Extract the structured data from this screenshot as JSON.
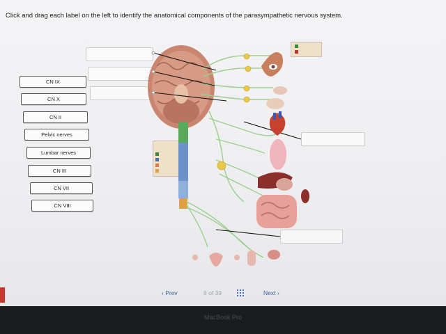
{
  "instruction": "Click and drag each label on the left to identify the anatomical components of the parasympathetic nervous system.",
  "labels": [
    "CN IX",
    "CN X",
    "CN II",
    "Pelvic nerves",
    "Lumbar nerves",
    "CN III",
    "CN VII",
    "CN VIII"
  ],
  "navigation": {
    "prev": "Prev",
    "current_page": "8",
    "of_label": "of",
    "total_pages": "39",
    "next": "Next"
  },
  "bezel": "MacBook Pro",
  "colors": {
    "legend_green": "#3b8a3b",
    "legend_red": "#c0352b",
    "legend_blue": "#4a6eb0",
    "legend_orange": "#e0a040",
    "nerve_green": "#9acf8e",
    "ganglion_yellow": "#e8c74a"
  }
}
